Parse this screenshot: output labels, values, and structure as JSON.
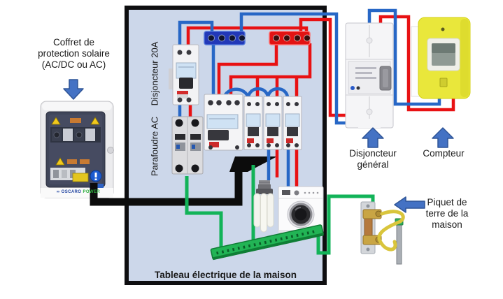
{
  "diagram": {
    "solar_box": {
      "label": "Coffret de\nprotection solaire\n(AC/DC ou AC)",
      "logo_glyph": "∞",
      "brand": "OSCARO",
      "brand_sub": "POWER"
    },
    "panel": {
      "title": "Tableau électrique de la maison",
      "breaker_20a_label": "Disjoncteur 20A",
      "surge_protector_label": "Parafoudre AC"
    },
    "main_breaker_label": "Disjoncteur\ngénéral",
    "meter_label": "Compteur",
    "ground_rod_label": "Piquet de\nterre de la\nmaison"
  },
  "colors": {
    "live_wire_red": "#e81113",
    "neutral_wire_blue": "#2767c6",
    "earth_wire_green": "#12b358",
    "solar_ac_cable_black": "#0c0c0c",
    "earth_conductor_yellow": "#d9c53c",
    "panel_background": "#ccd7ea",
    "panel_border": "#0e0e10",
    "arrow_blue": "#4472c4",
    "meter_yellow": "#e9e73b",
    "busbar_blue": "#2238b8",
    "busbar_red": "#e21313",
    "earth_busbar_green": "#22b455"
  }
}
